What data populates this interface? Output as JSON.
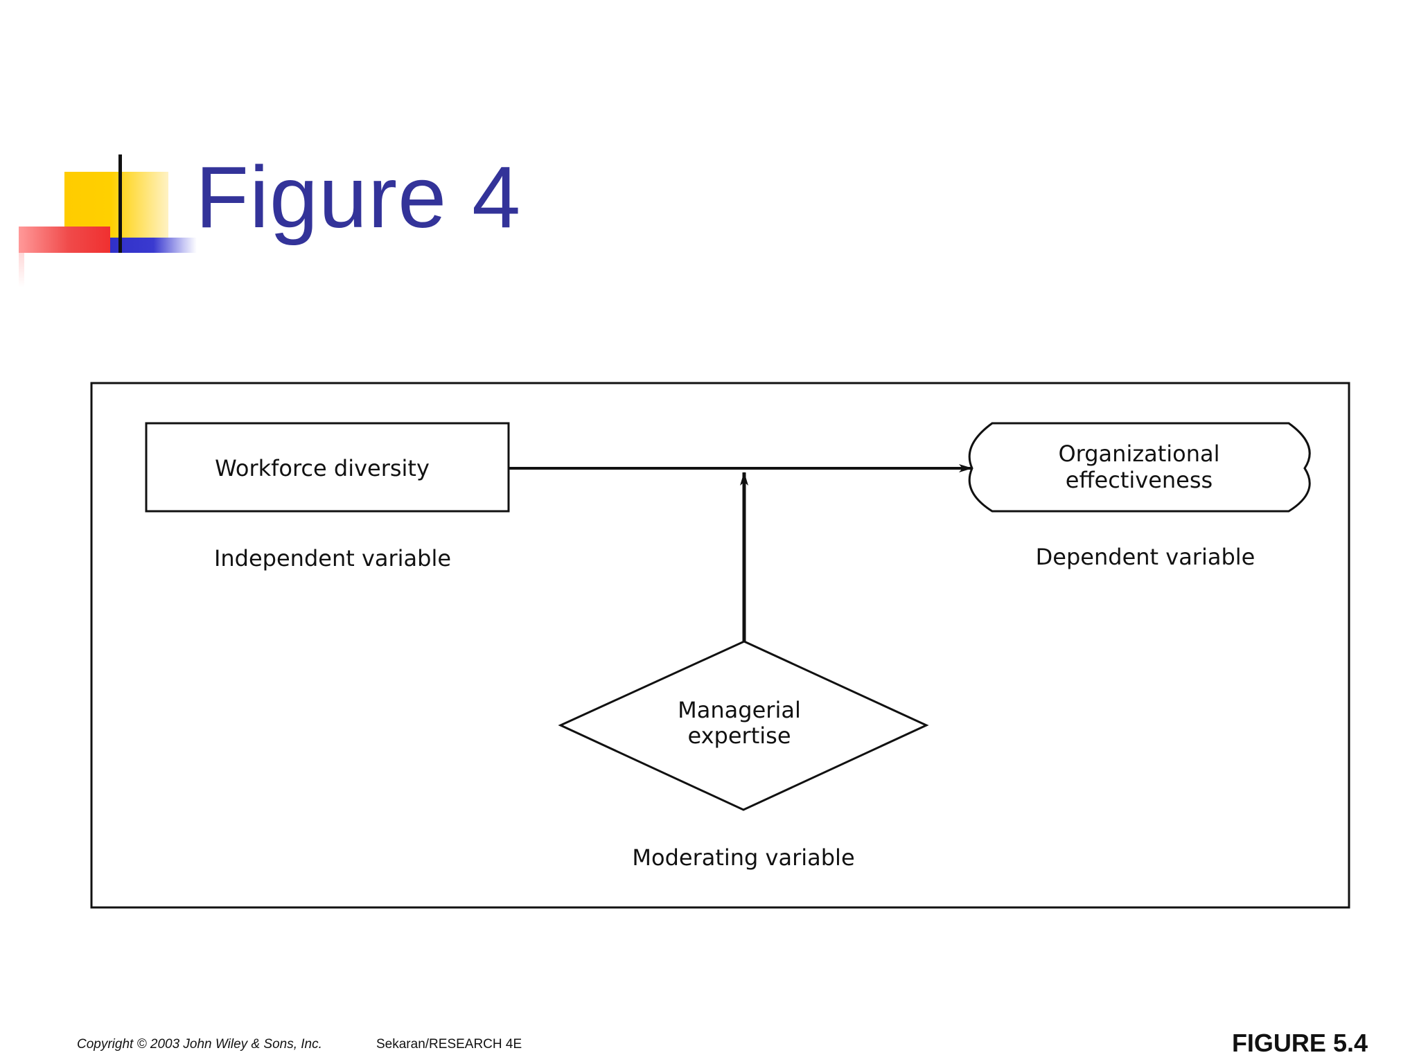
{
  "slide": {
    "title": "Figure 4"
  },
  "diagram": {
    "independent": {
      "box_label": "Workforce diversity",
      "caption": "Independent variable"
    },
    "dependent": {
      "box_line1": "Organizational",
      "box_line2": "effectiveness",
      "caption": "Dependent variable"
    },
    "moderating": {
      "box_line1": "Managerial",
      "box_line2": "expertise",
      "caption": "Moderating variable"
    }
  },
  "footer": {
    "copyright": "Copyright © 2003 John Wiley & Sons, Inc.",
    "source": "Sekaran/RESEARCH 4E",
    "figure_label": "FIGURE 5.4"
  }
}
